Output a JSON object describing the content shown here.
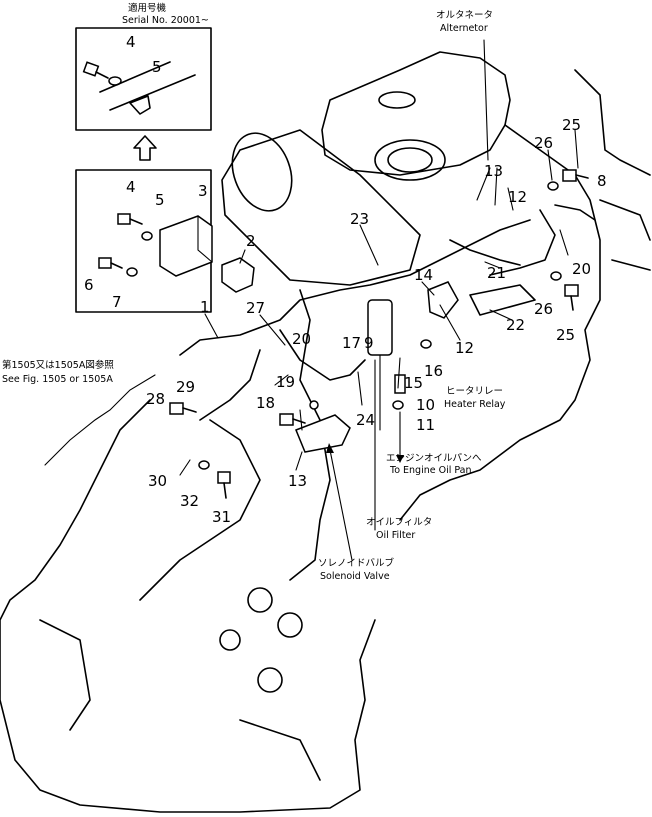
{
  "inset": {
    "title_jp": "適用号機",
    "serial": "Serial No. 20001~"
  },
  "labels": {
    "alternator_jp": "オルタネータ",
    "alternator_en": "Alternetor",
    "see_fig_jp": "第1505又は1505A図参照",
    "see_fig_en": "See Fig. 1505 or 1505A",
    "heater_relay_jp": "ヒータリレー",
    "heater_relay_en": "Heater Relay",
    "oil_pan_jp": "エンジンオイルパンへ",
    "oil_pan_en": "To Engine Oil Pan",
    "oil_filter_jp": "オイルフィルタ",
    "oil_filter_en": "Oil Filter",
    "solenoid_jp": "ソレノイドバルブ",
    "solenoid_en": "Solenoid Valve"
  },
  "callouts": {
    "c1": "1",
    "c2": "2",
    "c3": "3",
    "c4a": "4",
    "c4b": "4",
    "c5a": "5",
    "c5b": "5",
    "c6": "6",
    "c7": "7",
    "c8": "8",
    "c9": "9",
    "c10": "10",
    "c11": "11",
    "c12a": "12",
    "c12b": "12",
    "c13a": "13",
    "c13b": "13",
    "c14": "14",
    "c15": "15",
    "c16": "16",
    "c17": "17",
    "c18": "18",
    "c19": "19",
    "c20a": "20",
    "c20b": "20",
    "c21": "21",
    "c22": "22",
    "c23": "23",
    "c24": "24",
    "c25a": "25",
    "c25b": "25",
    "c26a": "26",
    "c26b": "26",
    "c27": "27",
    "c28": "28",
    "c29": "29",
    "c30": "30",
    "c31": "31",
    "c32": "32"
  }
}
